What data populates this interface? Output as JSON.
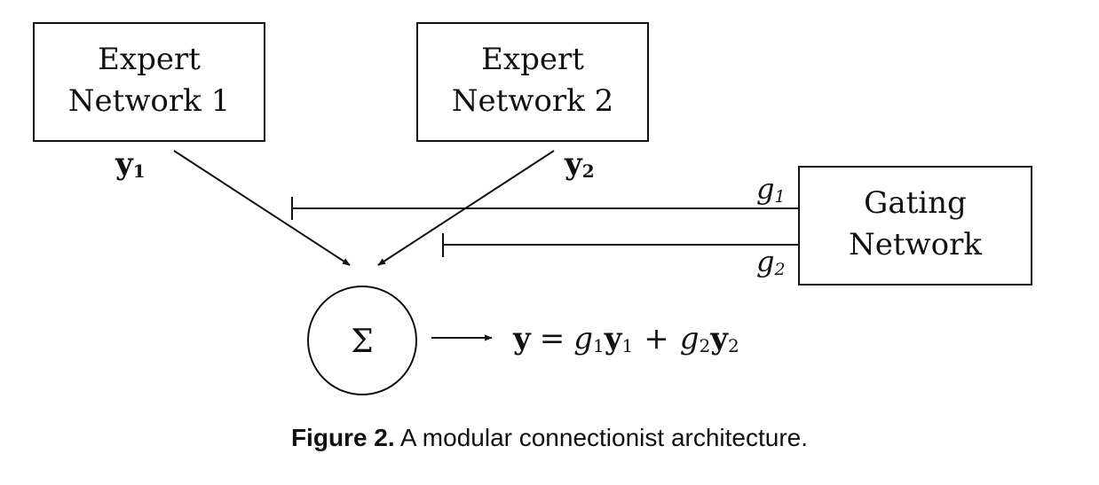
{
  "nodes": {
    "expert1": {
      "line1": "Expert",
      "line2": "Network 1"
    },
    "expert2": {
      "line1": "Expert",
      "line2": "Network 2"
    },
    "gating": {
      "line1": "Gating",
      "line2": "Network"
    },
    "sum": {
      "symbol": "Σ"
    }
  },
  "labels": {
    "y1": {
      "base": "y",
      "sub": "1"
    },
    "y2": {
      "base": "y",
      "sub": "2"
    },
    "g1": {
      "base": "g",
      "sub": "1"
    },
    "g2": {
      "base": "g",
      "sub": "2"
    }
  },
  "output": {
    "y": "y",
    "eq": "=",
    "g1": "g",
    "g1_sub": "1",
    "y1": "y",
    "y1_sub": "1",
    "plus": "+",
    "g2": "g",
    "g2_sub": "2",
    "y2": "y",
    "y2_sub": "2"
  },
  "caption": {
    "label": "Figure 2.",
    "text": "A modular connectionist architecture."
  }
}
